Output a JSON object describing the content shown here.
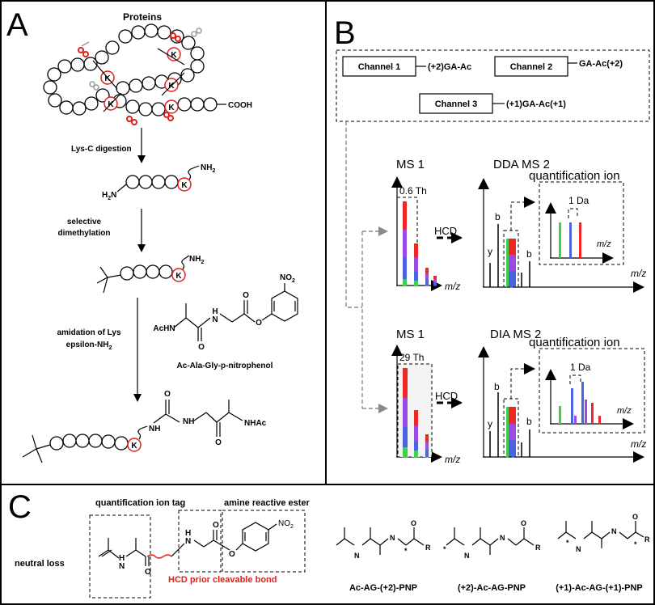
{
  "panel_letters": {
    "a": "A",
    "b": "B",
    "c": "C"
  },
  "panel_a": {
    "proteins": "Proteins",
    "cooh": "COOH",
    "k": "K",
    "step1": "Lys-C digestion",
    "nh2_a": "NH",
    "nh2_sub": "2",
    "h2n": "H",
    "h2n_rest": "N",
    "step2_l1": "selective",
    "step2_l2": "dimethylation",
    "step3_l1": "amidation of Lys",
    "step3_l2": "epsilon-NH",
    "reagent": "Ac-Ala-Gly-p-nitrophenol",
    "acnh": "AcHN",
    "no2": "NO",
    "nh": "H",
    "nhac": "NHAc"
  },
  "panel_b": {
    "channels": [
      {
        "label": "Channel 1",
        "tag": "(+2)GA-Ac"
      },
      {
        "label": "Channel 2",
        "tag": "GA-Ac(+2)"
      },
      {
        "label": "Channel 3",
        "tag": "(+1)GA-Ac(+1)"
      }
    ],
    "top": {
      "ms1": "MS 1",
      "window": "0.6 Th",
      "hcd": "HCD",
      "ms2": "DDA MS 2",
      "quant": "quantification ion",
      "da": "1 Da",
      "mz": "m/z",
      "y": "y",
      "b": "b",
      "b2": "b"
    },
    "bottom": {
      "ms1": "MS 1",
      "window": "29 Th",
      "hcd": "HCD",
      "ms2": "DIA MS 2",
      "quant": "quantification ion",
      "da": "1 Da",
      "mz": "m/z",
      "y": "y",
      "b": "b",
      "b2": "b"
    },
    "colors": {
      "green": "#3fd14a",
      "blue": "#4a63e0",
      "red": "#ef2626",
      "purple": "#9c4be0"
    }
  },
  "panel_c": {
    "quant_tag": "quantification ion tag",
    "amine_ester": "amine reactive ester",
    "neutral_loss": "neutral loss",
    "cleavable": "HCD prior cleavable bond",
    "h": "H",
    "n": "N",
    "o": "O",
    "no2": "NO",
    "r": "R",
    "star": "*",
    "reagents": [
      "Ac-AG-(+2)-PNP",
      "(+2)-Ac-AG-PNP",
      "(+1)-Ac-AG-(+1)-PNP"
    ]
  }
}
